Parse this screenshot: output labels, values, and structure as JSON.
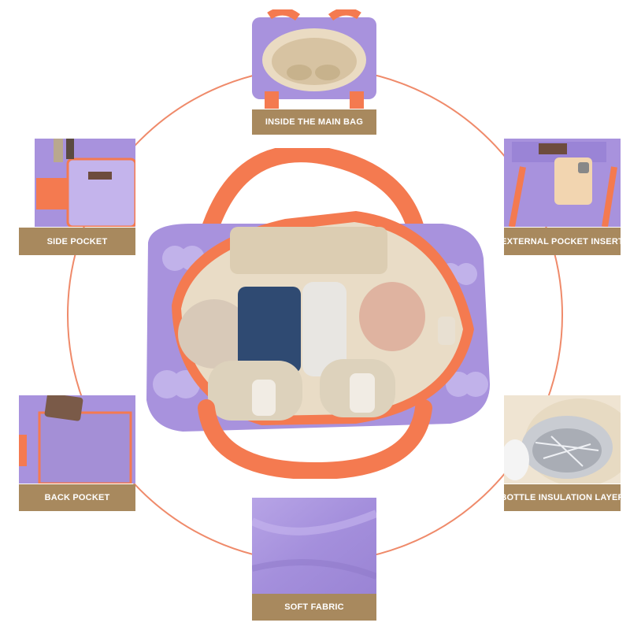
{
  "labels": {
    "inside_main_bag": "INSIDE THE MAIN BAG",
    "side_pocket": "SIDE POCKET",
    "external_pocket_insert": "EXTERNAL POCKET INSERT",
    "back_pocket": "BACK POCKET",
    "bottle_insulation_layer": "BOTTLE INSULATION LAYER",
    "soft_fabric": "SOFT FABRIC"
  },
  "colors": {
    "ring": "#ef8a6a",
    "label_bg": "#a8895e",
    "bag_purple": "#a892dd",
    "strap_orange": "#f47a50",
    "lining": "#e9dcc6"
  }
}
